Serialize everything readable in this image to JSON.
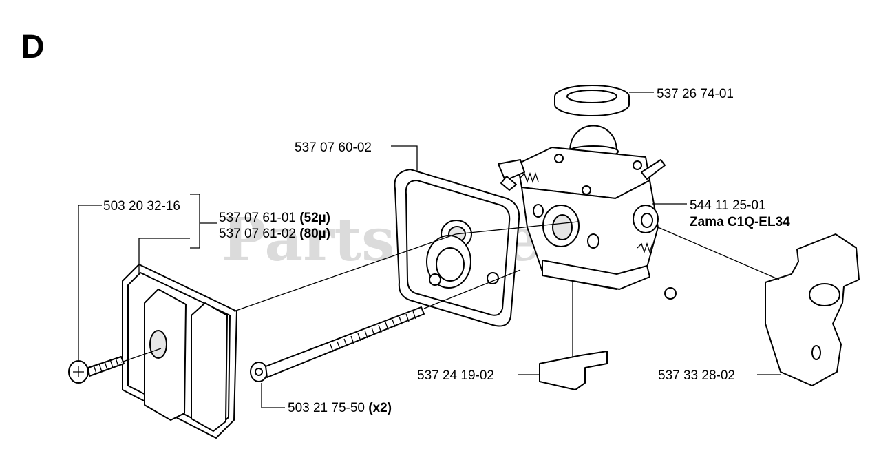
{
  "section_letter": "D",
  "watermark": "PartsTree",
  "callouts": {
    "ring": "537 26 74-01",
    "gasket": "537 07 60-02",
    "carburetor_number": "544 11 25-01",
    "carburetor_model": "Zama C1Q-EL34",
    "screw": "503 20 32-16",
    "filter_1_number": "537 07 61-01 ",
    "filter_1_spec": "(52µ)",
    "filter_2_number": "537 07 61-02 ",
    "filter_2_spec": "(80µ)",
    "block": "537 24 19-02",
    "bracket": "537 33 28-02",
    "bolt_number": "503 21 75-50 ",
    "bolt_qty": "(x2)"
  }
}
